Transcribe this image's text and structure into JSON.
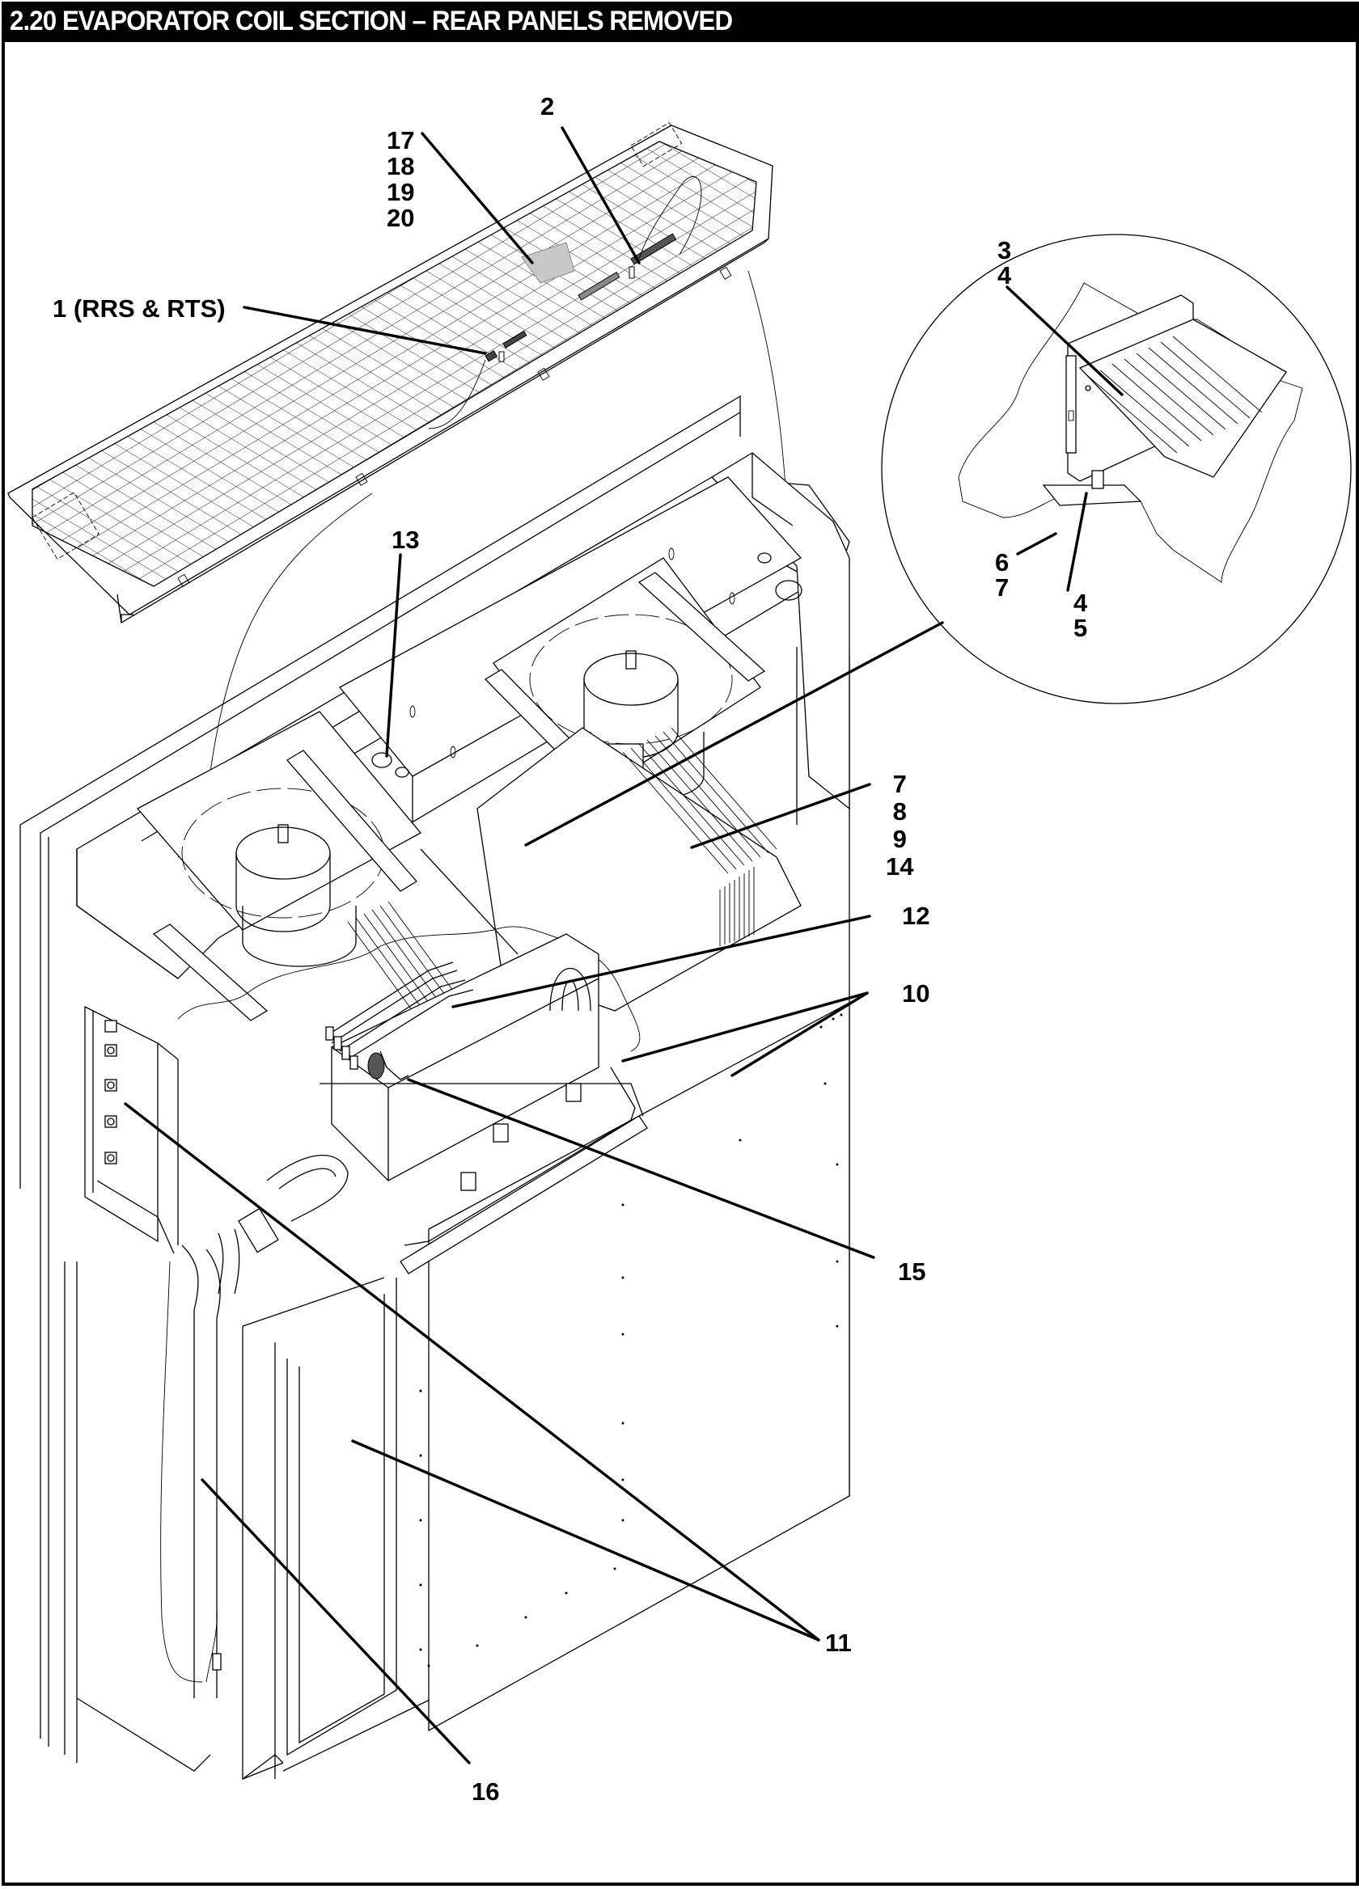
{
  "header": {
    "title": "2.20 EVAPORATOR COIL SECTION – REAR PANELS REMOVED"
  },
  "colors": {
    "title_bar_bg": "#000000",
    "title_text": "#ffffff",
    "line": "#000000",
    "decal_fill": "#c8c8c8"
  },
  "detail_view": {
    "name": "sensor-mounting-detail",
    "callouts": [
      {
        "id": "detail-3-4",
        "items": [
          "3",
          "4"
        ]
      },
      {
        "id": "detail-6-7",
        "items": [
          "6",
          "7"
        ]
      },
      {
        "id": "detail-4-5",
        "items": [
          "4",
          "5"
        ]
      }
    ]
  },
  "callouts": [
    {
      "id": "callout-2",
      "items": [
        "2"
      ]
    },
    {
      "id": "callout-17-20",
      "items": [
        "17",
        "18",
        "19",
        "20"
      ]
    },
    {
      "id": "callout-1",
      "items": [
        "1 (RRS & RTS)"
      ]
    },
    {
      "id": "callout-13",
      "items": [
        "13"
      ]
    },
    {
      "id": "callout-7-14",
      "items": [
        "7",
        "8",
        "9",
        "14"
      ]
    },
    {
      "id": "callout-12",
      "items": [
        "12"
      ]
    },
    {
      "id": "callout-10",
      "items": [
        "10"
      ]
    },
    {
      "id": "callout-15",
      "items": [
        "15"
      ]
    },
    {
      "id": "callout-11",
      "items": [
        "11"
      ]
    },
    {
      "id": "callout-16",
      "items": [
        "16"
      ]
    }
  ],
  "components": {
    "top_grille": "return-air-grille",
    "fans": [
      "evaporator-fan-left",
      "evaporator-fan-right"
    ],
    "coil": "evaporator-coil",
    "control_panel": "left-control-panel",
    "drain_hose": "drain-hose",
    "cabinet": "evaporator-cabinet"
  }
}
